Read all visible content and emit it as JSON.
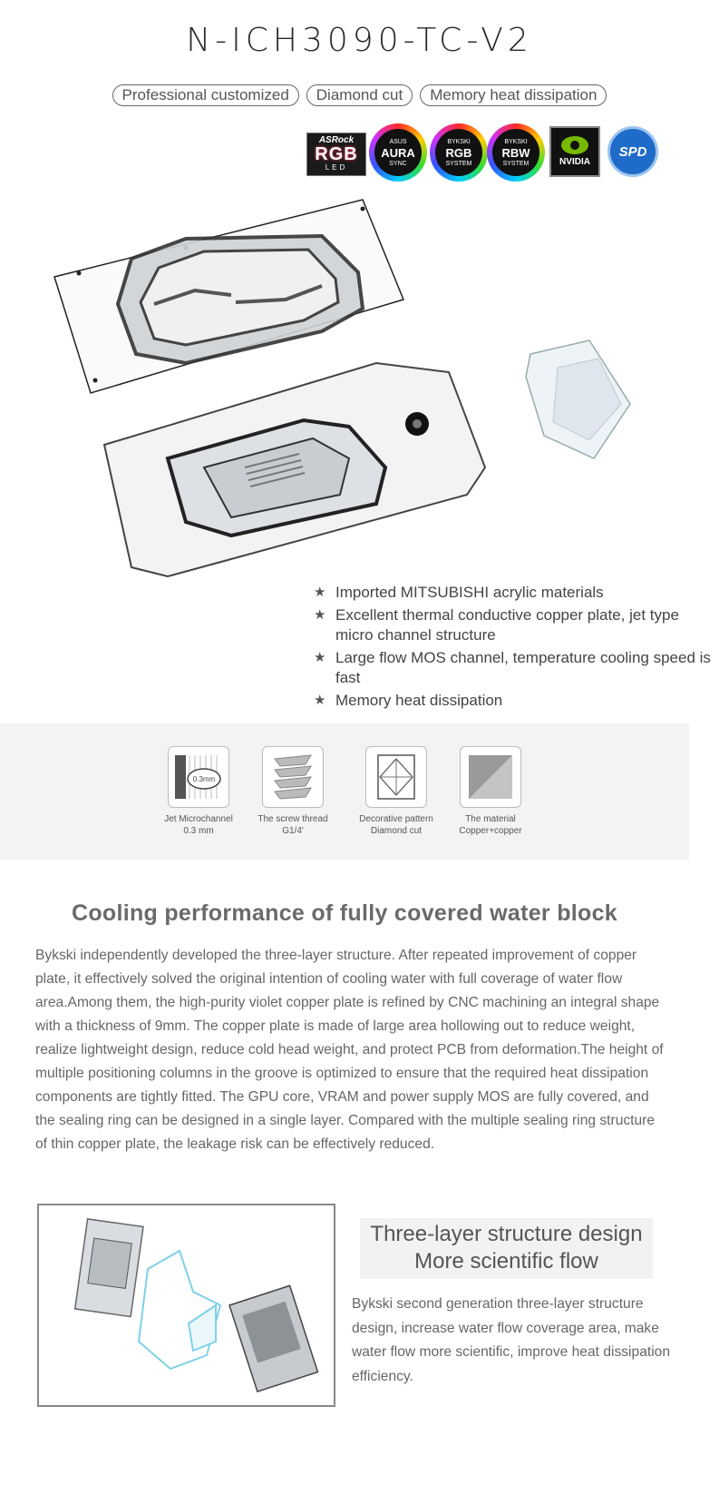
{
  "title": "N-ICH3090-TC-V2",
  "tags": [
    "Professional customized",
    "Diamond cut",
    "Memory heat dissipation"
  ],
  "sync_logos": {
    "asrock": {
      "brand": "ASRock",
      "big": "RGB",
      "small": "LED"
    },
    "aura": {
      "top": "ASUS",
      "big": "AURA",
      "bottom": "SYNC"
    },
    "bykski_rgb": {
      "top": "BYKSKI",
      "big": "RGB",
      "bottom": "SYSTEM"
    },
    "bykski_rbw": {
      "top": "BYKSKI",
      "big": "RBW",
      "bottom": "SYSTEM"
    },
    "nvidia": "NVIDIA",
    "spd": "SPD"
  },
  "features": [
    "Imported MITSUBISHI acrylic materials",
    "Excellent thermal conductive copper plate, jet type micro channel structure",
    "Large flow MOS channel, temperature cooling speed is fast",
    "Memory heat dissipation"
  ],
  "specs": [
    {
      "line1": "Jet Microchannel",
      "line2": "0.3 mm",
      "icon": "microchannel-icon",
      "icon_label": "0.3mm"
    },
    {
      "line1": "The screw thread",
      "line2": "G1/4'",
      "icon": "screw-thread-icon"
    },
    {
      "line1": "Decorative pattern",
      "line2": "Diamond cut",
      "icon": "diamond-icon"
    },
    {
      "line1": "The material",
      "line2": "Copper+copper",
      "icon": "material-icon"
    }
  ],
  "section_heading": "Cooling performance of fully covered water block",
  "section_body": "Bykski independently developed the three-layer structure. After repeated improvement of copper plate, it effectively solved the original intention of cooling water with full coverage of water flow area.Among them, the high-purity violet copper plate is refined by CNC machining an integral shape with a thickness of 9mm. The copper plate is made of large area hollowing out to reduce weight, realize lightweight design, reduce cold head weight, and protect PCB from deformation.The height of multiple positioning columns in the groove is optimized to ensure that the required heat dissipation components are tightly fitted. The GPU core, VRAM and power supply MOS are fully covered, and the sealing ring can be designed in a single layer. Compared with the multiple sealing ring structure of thin copper plate, the leakage risk can be effectively reduced.",
  "structure": {
    "title_line1": "Three-layer structure design",
    "title_line2": "More scientific flow",
    "body": "Bykski second generation three-layer structure design, increase water flow coverage area, make water flow more scientific, improve heat dissipation efficiency."
  }
}
